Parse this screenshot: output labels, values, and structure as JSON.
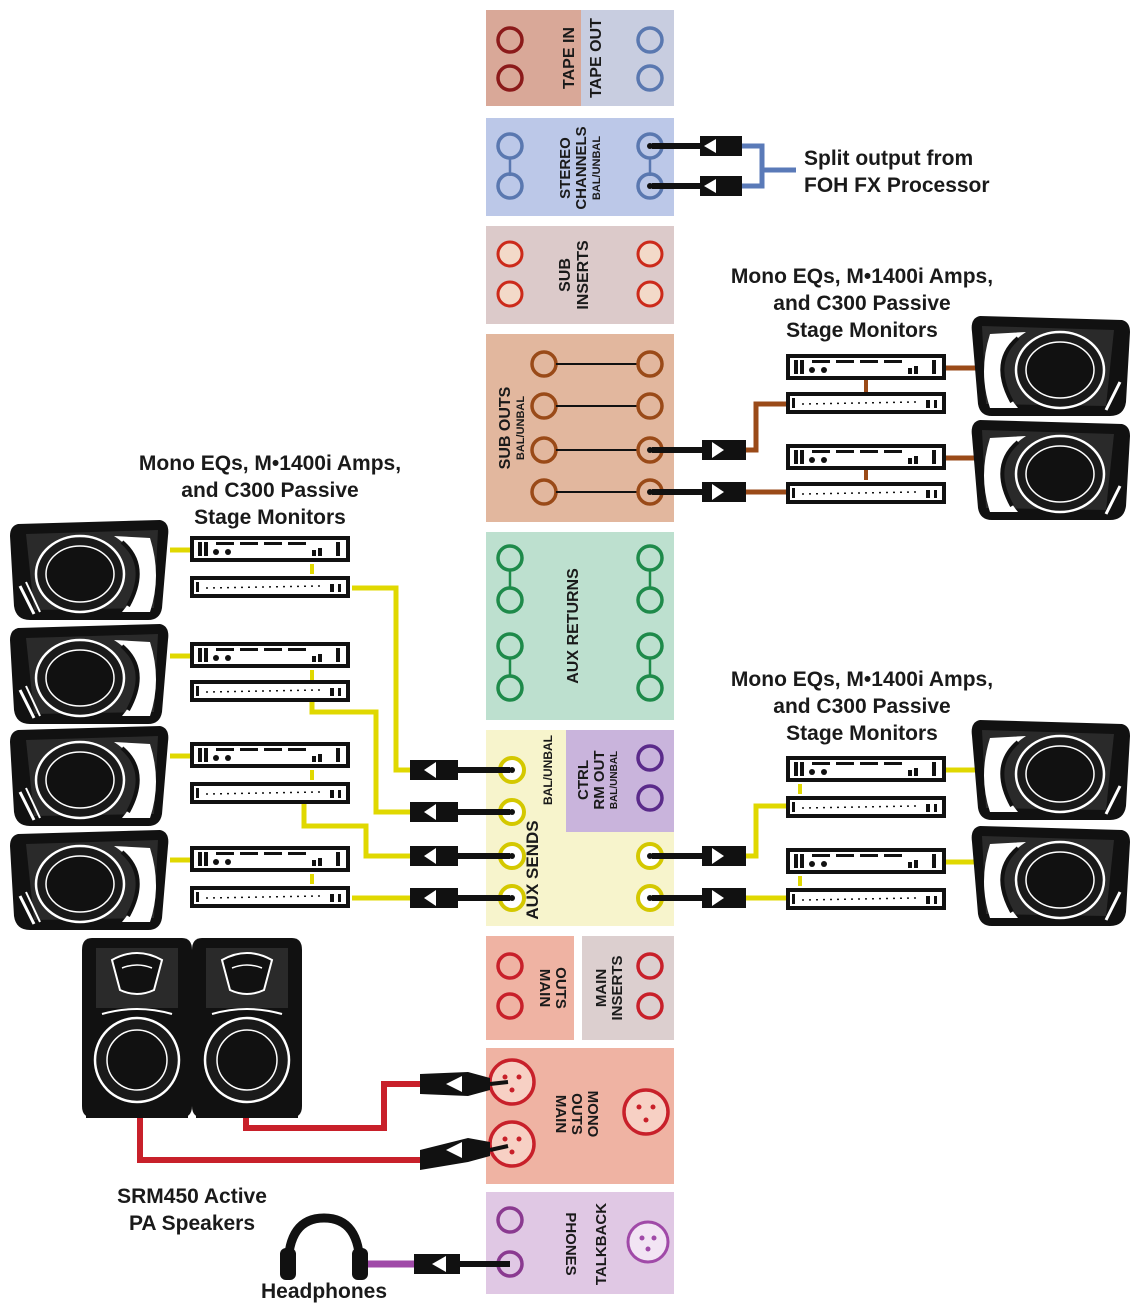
{
  "panel_labels": {
    "tape_in": "TAPE IN",
    "tape_out": "TAPE OUT",
    "stereo_1": "STEREO",
    "stereo_2": "CHANNELS",
    "stereo_3": "BAL/UNBAL",
    "sub_inserts_1": "SUB",
    "sub_inserts_2": "INSERTS",
    "sub_outs_1": "SUB OUTS",
    "sub_outs_2": "BAL/UNBAL",
    "aux_returns": "AUX RETURNS",
    "ctrl_1": "CTRL",
    "ctrl_2": "RM OUT",
    "ctrl_3": "BAL/UNBAL",
    "aux_sends_1": "AUX SENDS",
    "aux_sends_2": "BAL/UNBAL",
    "main_outs_1": "MAIN",
    "main_outs_2": "OUTS",
    "main_inserts_1": "MAIN",
    "main_inserts_2": "INSERTS",
    "main_mono_1": "MAIN",
    "main_mono_2": "OUTS",
    "main_mono_3": "MONO",
    "phones": "PHONES",
    "talkback": "TALKBACK"
  },
  "captions": {
    "split_line1": "Split output from",
    "split_line2": "FOH FX Processor",
    "monitors_line1": "Mono EQs, M•1400i Amps,",
    "monitors_line2": "and C300 Passive",
    "monitors_line3": "Stage Monitors",
    "pa_line1": "SRM450 Active",
    "pa_line2": "PA Speakers",
    "headphones": "Headphones"
  },
  "colors": {
    "tape_in_bg": "#d9a898",
    "tape_in_jack": "#8b1a1a",
    "tape_out_bg": "#c8cde0",
    "tape_out_jack": "#5a78b0",
    "stereo_bg": "#bcc8e8",
    "stereo_jack": "#5a78b0",
    "sub_inserts_bg": "#dccaca",
    "sub_inserts_jack": "#cc2a1a",
    "sub_outs_bg": "#e2b79e",
    "sub_outs_jack": "#9a4a18",
    "aux_returns_bg": "#bde0cf",
    "aux_returns_jack": "#1e8a4a",
    "aux_sends_bg": "#f7f4cc",
    "aux_sends_jack": "#d4c800",
    "ctrl_bg": "#c9b4dc",
    "ctrl_jack": "#5a2a8a",
    "main_outs_bg": "#efb3a3",
    "main_outs_jack": "#c8202a",
    "main_inserts_bg": "#dccfcf",
    "phones_bg": "#e0c8e4",
    "phones_jack": "#8a3a90",
    "cable_blue": "#5a7ab8",
    "cable_brown": "#9a4a18",
    "cable_yellow": "#e0d800",
    "cable_red": "#c8202a",
    "cable_purple": "#a04aa8"
  }
}
